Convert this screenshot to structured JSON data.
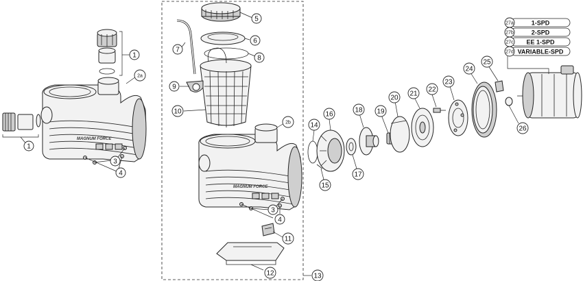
{
  "colors": {
    "line": "#222222",
    "fill": "#f2f2f2",
    "shade": "#cfcfcf",
    "background": "#ffffff"
  },
  "brand_mark": "MAGNUM FORCE",
  "callouts": {
    "c1a": "1",
    "c1b": "1",
    "c2a": "2a",
    "c2b": "2b",
    "c3a": "3",
    "c3b": "3",
    "c4a": "4",
    "c4b": "4",
    "c5": "5",
    "c6": "6",
    "c7": "7",
    "c8": "8",
    "c9": "9",
    "c10": "10",
    "c11": "11",
    "c12": "12",
    "c13": "13",
    "c14": "14",
    "c15": "15",
    "c16": "16",
    "c17": "17",
    "c18": "18",
    "c19": "19",
    "c20": "20",
    "c21": "21",
    "c22": "22",
    "c23": "23",
    "c24": "24",
    "c25": "25",
    "c26": "26"
  },
  "motor_legend": [
    {
      "code": "27a",
      "label": "1-SPD"
    },
    {
      "code": "27b",
      "label": "2-SPD"
    },
    {
      "code": "27c",
      "label": "EE 1-SPD"
    },
    {
      "code": "27d",
      "label": "VARIABLE-SPD"
    }
  ]
}
